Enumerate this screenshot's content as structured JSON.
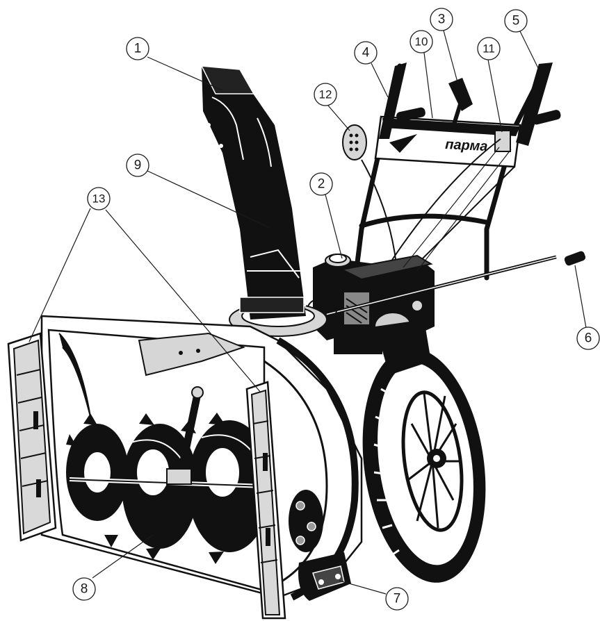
{
  "brand": "парма",
  "colors": {
    "ink": "#111111",
    "paper": "#ffffff",
    "accent_grey": "#d6d6d6"
  },
  "callouts": [
    {
      "number": "1",
      "part": "chute"
    },
    {
      "number": "2",
      "part": "fuel-cap"
    },
    {
      "number": "3",
      "part": "chute-rotation-lever"
    },
    {
      "number": "4",
      "part": "left-handle-lever"
    },
    {
      "number": "5",
      "part": "right-handle-lever"
    },
    {
      "number": "6",
      "part": "chute-crank"
    },
    {
      "number": "7",
      "part": "skid-shoe"
    },
    {
      "number": "8",
      "part": "auger"
    },
    {
      "number": "9",
      "part": "chute-tube"
    },
    {
      "number": "10",
      "part": "control-panel"
    },
    {
      "number": "11",
      "part": "speed-selector"
    },
    {
      "number": "12",
      "part": "headlight"
    },
    {
      "number": "13",
      "part": "side-extensions"
    }
  ]
}
